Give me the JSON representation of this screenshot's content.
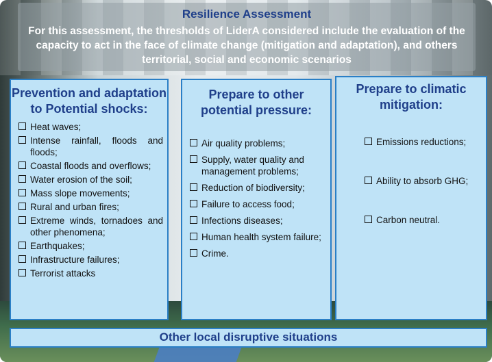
{
  "header": {
    "title": "Resilience Assessment",
    "text": "For this assessment, the thresholds of LiderA considered include the evaluation of the capacity to act in the face of climate change (mitigation and adaptation), and others territorial, social and economic scenarios"
  },
  "panels": [
    {
      "title": "Prevention and adaptation to Potential shocks:",
      "items": [
        "Heat waves;",
        "Intense rainfall, floods and floods;",
        "Coastal floods and overflows;",
        "Water erosion of the soil;",
        "Mass slope movements;",
        "Rural and urban fires;",
        "Extreme winds, tornadoes and other phenomena;",
        "Earthquakes;",
        "Infrastructure failures;",
        "Terrorist attacks"
      ]
    },
    {
      "title": "Prepare to other potential pressure:",
      "items": [
        "Air quality problems;",
        "Supply, water quality and management problems;",
        "Reduction of biodiversity;",
        "Failure to access food;",
        "Infections diseases;",
        "Human health system failure;",
        "Crime."
      ]
    },
    {
      "title": "Prepare to climatic mitigation:",
      "items": [
        "Emissions reductions;",
        "Ability to absorb GHG;",
        "Carbon neutral."
      ]
    }
  ],
  "footer": {
    "text": "Other local disruptive situations"
  },
  "colors": {
    "panel_fill": "#bfe3f7",
    "panel_border": "#2a7fc6",
    "title_text": "#1f3f8a"
  }
}
